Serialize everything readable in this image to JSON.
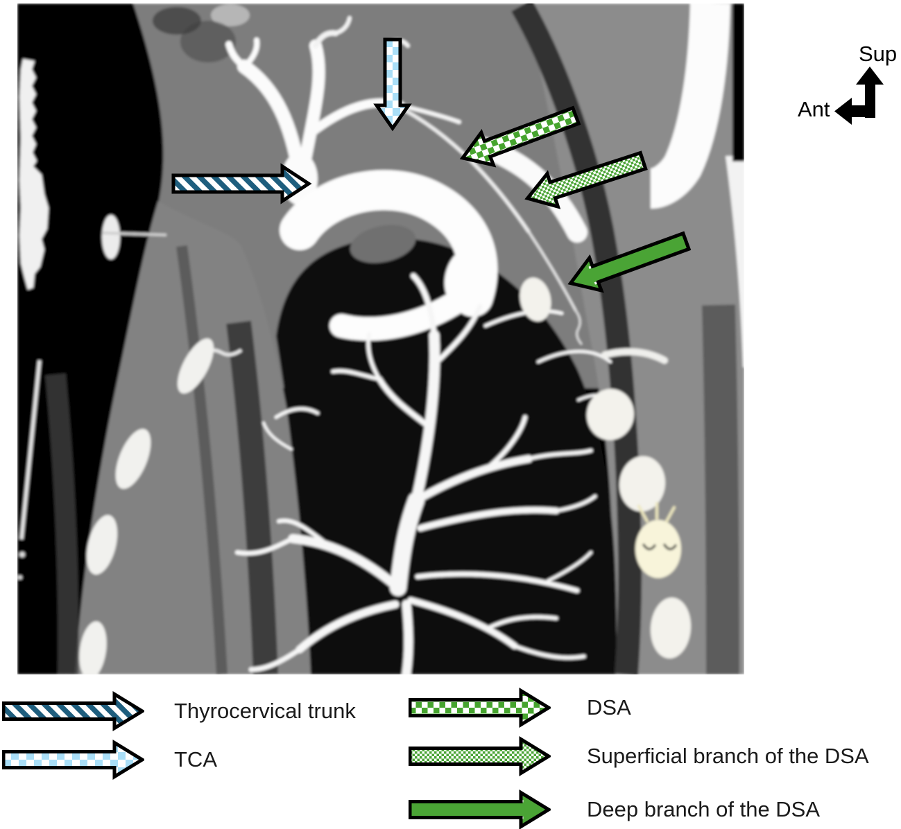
{
  "figure": {
    "orientation": {
      "superior_label": "Sup",
      "anterior_label": "Ant"
    },
    "legend": {
      "left": [
        {
          "label": "Thyrocervical trunk",
          "pattern": "blue-diagonal-stripe-arrow"
        },
        {
          "label": "TCA",
          "pattern": "light-blue-checker-arrow"
        }
      ],
      "right": [
        {
          "label": "DSA",
          "pattern": "green-checker-arrow"
        },
        {
          "label": "Superficial branch of the DSA",
          "pattern": "green-fine-mesh-arrow"
        },
        {
          "label": "Deep branch of the DSA",
          "pattern": "green-white-dot-arrow"
        }
      ]
    },
    "image_annotations": [
      {
        "points_to": "Thyrocervical trunk",
        "pattern": "blue-diagonal-stripe-arrow",
        "direction": "right"
      },
      {
        "points_to": "TCA",
        "pattern": "light-blue-checker-arrow",
        "direction": "down"
      },
      {
        "points_to": "DSA",
        "pattern": "green-checker-arrow",
        "direction": "down-left"
      },
      {
        "points_to": "Superficial branch of the DSA",
        "pattern": "green-fine-mesh-arrow",
        "direction": "down-left"
      },
      {
        "points_to": "Deep branch of the DSA",
        "pattern": "green-white-dot-arrow",
        "direction": "down-left"
      }
    ],
    "colors": {
      "stripe_blue": "#1e5e7e",
      "light_blue": "#a9def7",
      "green": "#4aa435",
      "arrow_outline": "#000000",
      "label_text": "#1a1a1a"
    }
  }
}
